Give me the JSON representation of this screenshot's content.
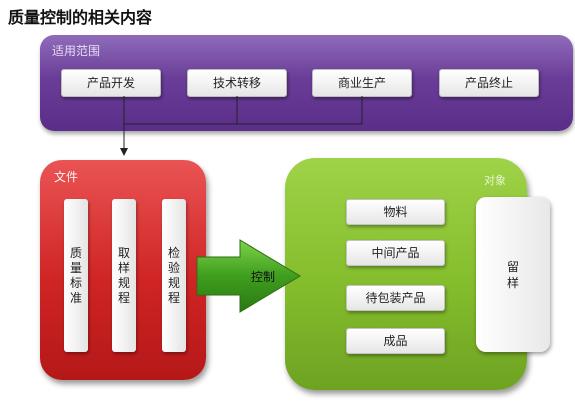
{
  "title": "质量控制的相关内容",
  "scope": {
    "label": "适用范围",
    "items": [
      "产品开发",
      "技术转移",
      "商业生产",
      "产品终止"
    ]
  },
  "documents": {
    "label": "文件",
    "items": [
      "质量标准",
      "取样规程",
      "检验规程"
    ]
  },
  "arrow": {
    "label": "控制"
  },
  "objects": {
    "label": "对象",
    "items": [
      "物料",
      "中间产品",
      "待包装产品",
      "成品"
    ],
    "retain": "留样"
  },
  "colors": {
    "scope": "#6a3d98",
    "documents": "#cf2424",
    "objects": "#84bd2c",
    "arrow": "#3f9e1e"
  }
}
